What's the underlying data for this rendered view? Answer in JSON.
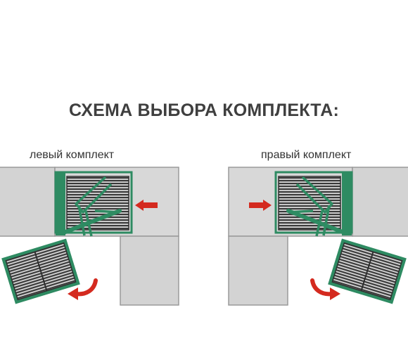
{
  "title": "СХЕМА ВЫБОРА КОМПЛЕКТА:",
  "left_variant": {
    "label": "левый комплект",
    "arrow_in": "arrow-left",
    "arrow_rotate": "arrow-rotate"
  },
  "right_variant": {
    "label": "правый комплект",
    "arrow_in": "arrow-right",
    "arrow_rotate": "arrow-rotate"
  },
  "colors": {
    "cabinet_fill": "#d3d3d3",
    "cabinet_stroke": "#9a9a9a",
    "frame_green": "#2e8b62",
    "basket_dark": "#3a3a3a",
    "arrow_red": "#d42a1f",
    "title": "#3f3f3f"
  }
}
